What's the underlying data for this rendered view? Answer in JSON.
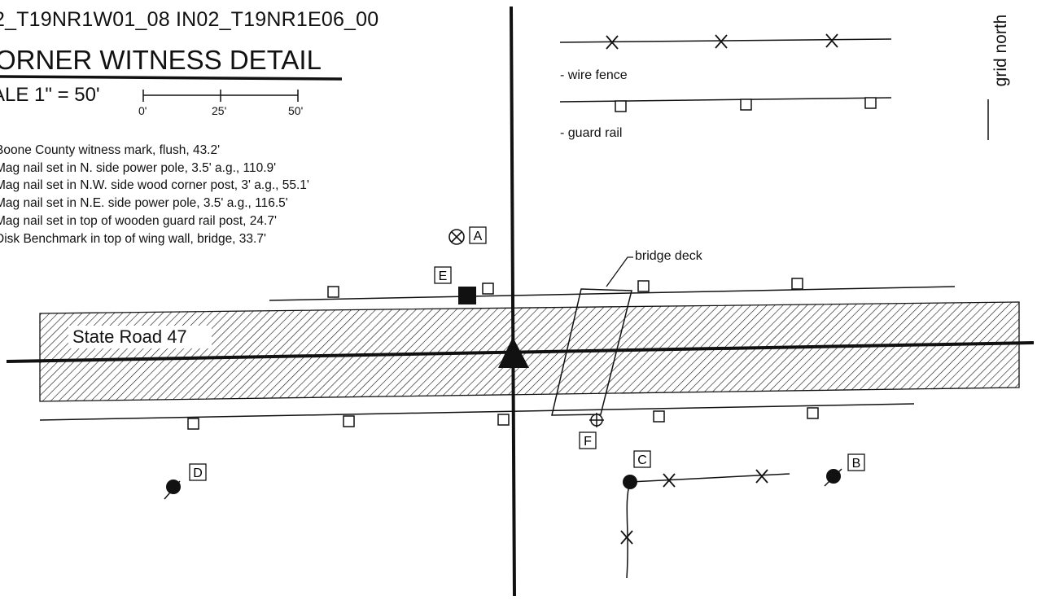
{
  "header": {
    "ids": "2_T19NR1W01_08  IN02_T19NR1E06_00",
    "title": "ORNER WITNESS DETAIL",
    "scale_label": "ALE 1\" = 50'",
    "scale_ticks": [
      "0'",
      "25'",
      "50'"
    ]
  },
  "grid_north_label": "grid north",
  "legend_items": [
    "Boone County witness mark, flush, 43.2'",
    "Mag nail set in N. side power pole, 3.5' a.g., 110.9'",
    "Mag nail set in N.W. side wood corner post, 3' a.g., 55.1'",
    "Mag nail set in N.E. side power pole, 3.5' a.g., 116.5'",
    "Mag nail set in top of wooden guard rail post, 24.7'",
    "Disk Benchmark in top of wing wall, bridge, 33.7'"
  ],
  "key": {
    "wire_fence": "- wire fence",
    "guard_rail": "- guard rail"
  },
  "labels": {
    "road": "State Road 47",
    "bridge": "bridge deck",
    "A": "A",
    "B": "B",
    "C": "C",
    "D": "D",
    "E": "E",
    "F": "F"
  }
}
